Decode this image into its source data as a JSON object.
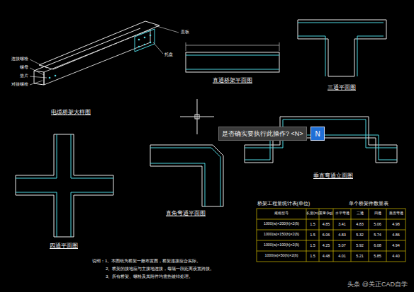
{
  "diagram": {
    "nodes": [
      {
        "text": [
          "是否确实要执行此操作? <N>"
        ]
      },
      {
        "text": [
          "N"
        ]
      }
    ],
    "labels": [
      "电缆桥架大样图",
      "连接螺栓",
      "螺母",
      "垫片",
      "对接螺栓",
      "盖板",
      "托盘",
      "直通桥架平面图",
      "三通平面图",
      "直角弯通平面图",
      "四通平面图",
      "垂直弯通立面图",
      "桥架工程量统计表(单位)",
      "单个桥架件数量表",
      "规格型号",
      "长度(m)",
      "重量(kg)",
      "水平弯通",
      "三通",
      "四通",
      "垂直弯通",
      "1000(w)×200(h)×2(δ)",
      "1.5",
      "4.85",
      "3.41",
      "4.83",
      "5.06",
      "4.98",
      "1000(w)×150(h)×2(δ)",
      "1.5",
      "6.06",
      "4.83",
      "5.32",
      "5.74",
      "4.86",
      "1000(w)×100(h)×2(δ)",
      "1.5",
      "4.25",
      "5.07",
      "5.92",
      "6.08",
      "4.94",
      "1000(w)×50(h)×2(δ)",
      "1.5",
      "4.48",
      "4.01",
      "5.21",
      "5.85",
      "4.40",
      "说明：1、本图纸为桥架一般布置图，桥架连接应合实际。",
      "2、桥架的接地应与主接地连接，每隔一段距离设置跨接。",
      "3、所有桥架、螺栓及其附件均需热镀锌处理。",
      "头条 @关正CAD自学"
    ]
  }
}
